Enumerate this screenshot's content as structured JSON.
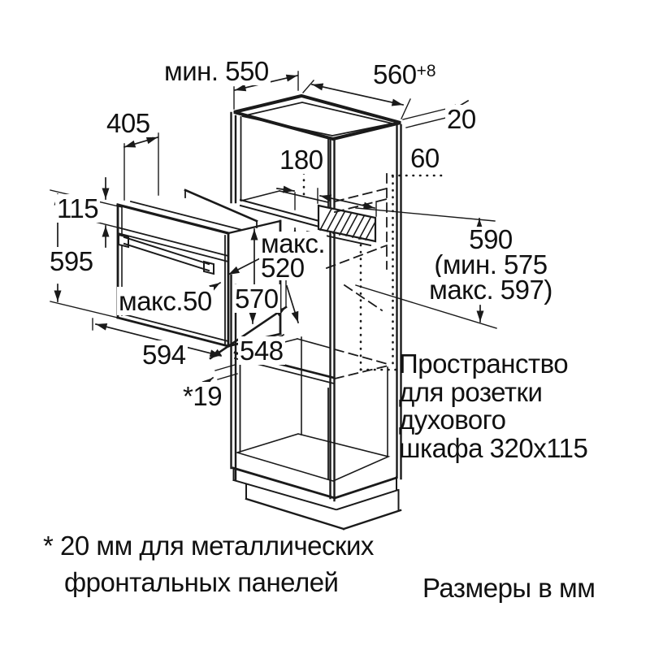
{
  "labels": {
    "min_depth": "мин. 550",
    "niche_width": "560",
    "niche_width_tol": "+8",
    "wall_thickness": "20",
    "top_depth": "405",
    "top_clearance": "180",
    "socket_offset": "60",
    "panel_height": "115",
    "oven_height": "595",
    "max_depth_1": "макс.",
    "max_depth_2": "520",
    "inner_height": "570",
    "max_handle": "макс.50",
    "oven_width": "594",
    "oven_depth": "548",
    "front_gap": "*19",
    "opening_height": "590",
    "opening_min": "(мин. 575",
    "opening_max": "макс. 597)"
  },
  "socket_note": {
    "line1": "Пространство",
    "line2": "для розетки",
    "line3": "духового",
    "line4": "шкафа 320x115"
  },
  "footnote": {
    "line1": "* 20 мм для металлических",
    "line2": "фронтальных панелей"
  },
  "units_note": "Размеры в мм",
  "colors": {
    "ink": "#1a1a1a",
    "background": "#ffffff"
  }
}
